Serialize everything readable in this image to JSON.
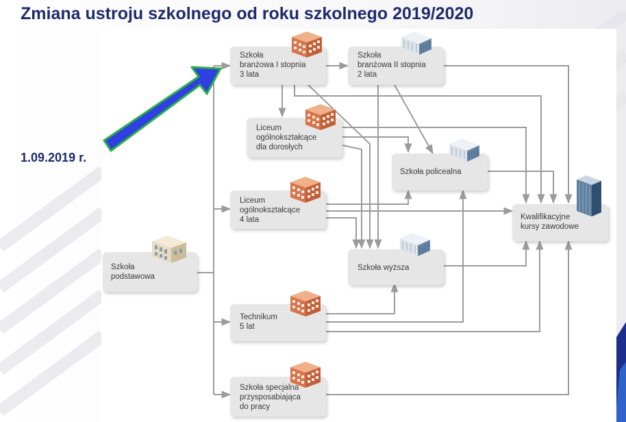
{
  "slide": {
    "title": "Zmiana ustroju szkolnego od roku szkolnego 2019/2020",
    "date_label": "1.09.2019 r.",
    "colors": {
      "title": "#1f2a6b",
      "arrow_fill": "#2f3fe0",
      "arrow_stroke": "#2bb04a",
      "box": "#e6e6e6",
      "connector": "#9b9b9b"
    }
  },
  "nodes": {
    "branzowa1": {
      "lines": [
        "Szkoła",
        "branżowa I stopnia",
        "3 lata"
      ],
      "icon": "brick-building-icon"
    },
    "branzowa2": {
      "lines": [
        "Szkoła",
        "branżowa II stopnia",
        "2 lata"
      ],
      "icon": "office-building-icon"
    },
    "liceum_dorosli": {
      "lines": [
        "Liceum",
        "ogólnokształcące",
        "dla dorosłych"
      ],
      "icon": "brick-building-icon"
    },
    "policealna": {
      "lines": [
        "Szkoła policealna"
      ],
      "icon": "office-building-icon"
    },
    "liceum4": {
      "lines": [
        "Liceum",
        "ogólnokształcące",
        "4 lata"
      ],
      "icon": "brick-building-icon"
    },
    "kwalifikacyjne": {
      "lines": [
        "Kwalifikacyjne",
        "kursy zawodowe"
      ],
      "icon": "tower-building-icon"
    },
    "podstawowa": {
      "lines": [
        "Szkoła",
        "podstawowa"
      ],
      "icon": "classic-building-icon"
    },
    "wyzsza": {
      "lines": [
        "Szkoła wyższa"
      ],
      "icon": "office-building-icon"
    },
    "technikum": {
      "lines": [
        "Technikum",
        "5 lat"
      ],
      "icon": "brick-building-icon"
    },
    "specjalna": {
      "lines": [
        "Szkoła specjalna",
        "przysposabiająca",
        "do pracy"
      ],
      "icon": "brick-building-icon"
    }
  }
}
